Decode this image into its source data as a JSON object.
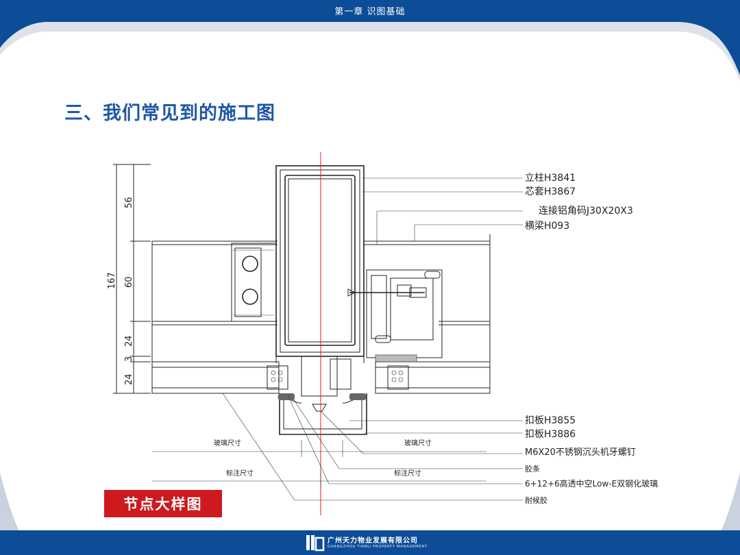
{
  "header": {
    "chapter": "第一章 识图基础"
  },
  "heading": "三、我们常见到的施工图",
  "caption": "节点大样图",
  "drawing": {
    "dimensions": [
      "56",
      "60",
      "167",
      "24",
      "3",
      "24"
    ],
    "labels_right": [
      "立柱H3841",
      "芯套H3867",
      "连接铝角码J30X20X3",
      "横梁H093",
      "扣板H3855",
      "扣板H3886",
      "M6X20不锈钢沉头机牙螺钉",
      "胶条",
      "6+12+6高透中空Low-E双钢化玻璃",
      "耐候胶"
    ],
    "labels_bottom": [
      "玻璃尺寸",
      "玻璃尺寸",
      "标注尺寸",
      "标注尺寸"
    ]
  },
  "footer": {
    "company_cn": "广州天力物业发展有限公司",
    "company_en": "GUANGZHOU TIANLI PROPERTY MANAGEMENT"
  },
  "colors": {
    "header_blue": "#0d4c96",
    "heading_blue": "#1f56a6",
    "caption_red": "#cc1a1f"
  }
}
